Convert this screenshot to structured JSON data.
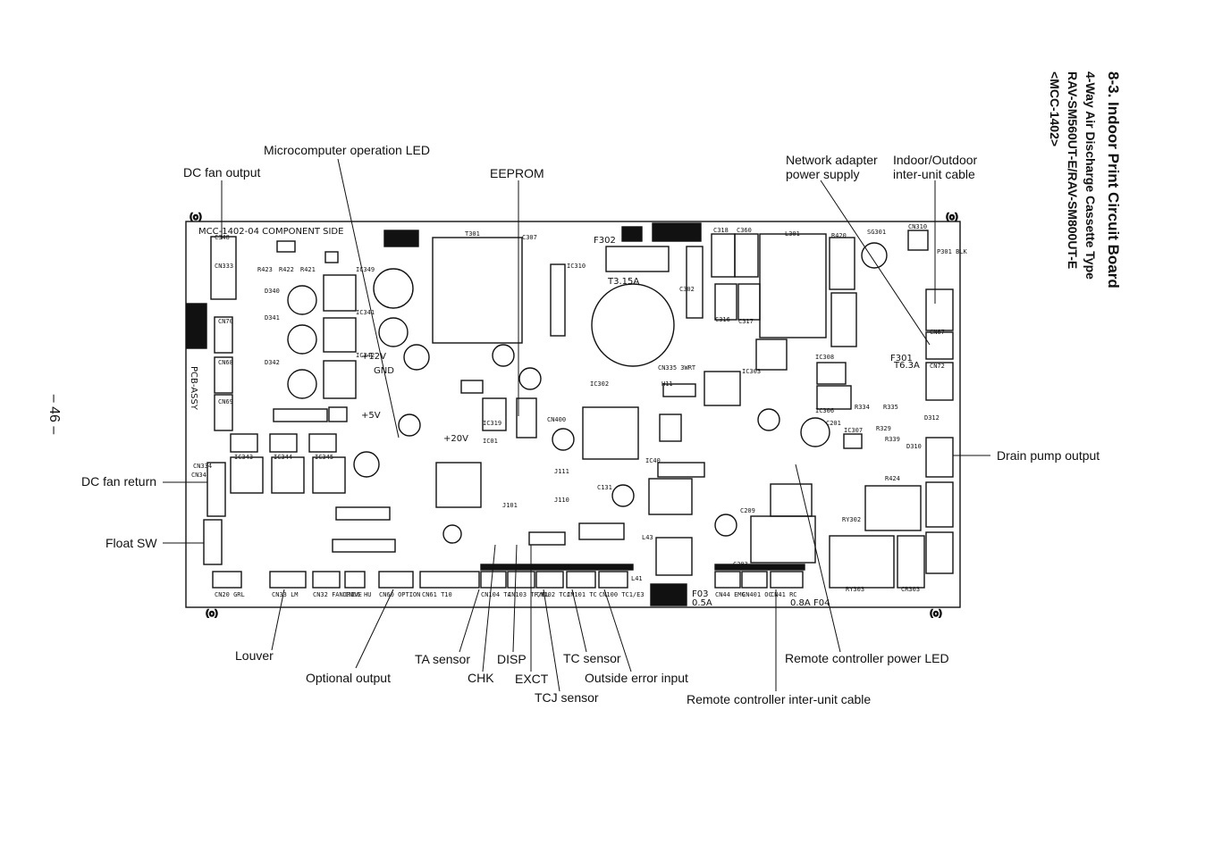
{
  "header": {
    "section": "8-3.   Indoor Print Circuit Board",
    "subtitle_1": "4-Way Air Discharge Cassette Type",
    "subtitle_2": "RAV-SM560UT-E/RAV-SM800UT-E",
    "subtitle_3": "<MCC-1402>"
  },
  "page_number": "– 46 –",
  "board": {
    "label": "MCC-1402-04  COMPONENT  SIDE",
    "pcb_assy": "PCB-ASSY",
    "fuse_f302": "F302",
    "fuse_f302_rating": "T3.15A",
    "fuse_f301": "F301",
    "fuse_f301_rating": "T6.3A",
    "fuse_f03": "F03",
    "fuse_f03_rating": "0.5A",
    "fuse_f04": "F04",
    "fuse_f04_rating": "0.8A",
    "v12": "+12V",
    "v5": "+5V",
    "v20": "+20V",
    "gnd": "GND",
    "transformer": "T301",
    "coil": "L301",
    "connectors_bottom": [
      "CN20 GRL",
      "CN33 LM",
      "CN32 FANDRIVE",
      "CN66 HU",
      "CN60 OPTION",
      "CN61 T10",
      "CN104 TA",
      "CN103 TF/BL",
      "CN102 TCJ",
      "CN101 TC",
      "CN100 TC1/E3",
      "CN44 EMG",
      "CN401 OC",
      "CN41 RC"
    ],
    "components": [
      "C348",
      "IC349",
      "IC341",
      "IC342",
      "IC343",
      "IC344",
      "IC345",
      "C307",
      "IC310",
      "C302",
      "IC302",
      "IC40",
      "IC303",
      "IC308",
      "IC306",
      "IC307",
      "D310",
      "D312",
      "C201",
      "RY302",
      "RY303",
      "CR303",
      "L43",
      "L41",
      "C131",
      "C203",
      "C209",
      "R420",
      "C318",
      "C360",
      "C316",
      "C317",
      "SG301",
      "CN310",
      "P301 BLK",
      "CN67",
      "CN70",
      "CN68",
      "CN69",
      "CN34",
      "CN333",
      "CN334",
      "CN72",
      "R423",
      "R422",
      "R421",
      "D340",
      "D341",
      "D342",
      "R334",
      "R335",
      "R339",
      "R424",
      "R329",
      "CN335 3WRT",
      "H11",
      "CN400",
      "J101",
      "J110",
      "J111",
      "IC319",
      "IC01"
    ]
  },
  "callouts": {
    "micro_led": "Microcomputer operation LED",
    "dc_fan_output": "DC fan output",
    "eeprom": "EEPROM",
    "network_adapter": "Network adapter power supply",
    "indoor_outdoor": "Indoor/Outdoor inter-unit cable",
    "drain_pump": "Drain pump output",
    "dc_fan_return": "DC fan return",
    "float_sw": "Float SW",
    "louver": "Louver",
    "optional_output": "Optional output",
    "ta_sensor": "TA sensor",
    "chk": "CHK",
    "disp": "DISP",
    "exct": "EXCT",
    "tcj_sensor": "TCJ sensor",
    "tc_sensor": "TC sensor",
    "outside_error": "Outside error input",
    "remote_power_led": "Remote controller power LED",
    "remote_cable": "Remote controller inter-unit cable"
  }
}
